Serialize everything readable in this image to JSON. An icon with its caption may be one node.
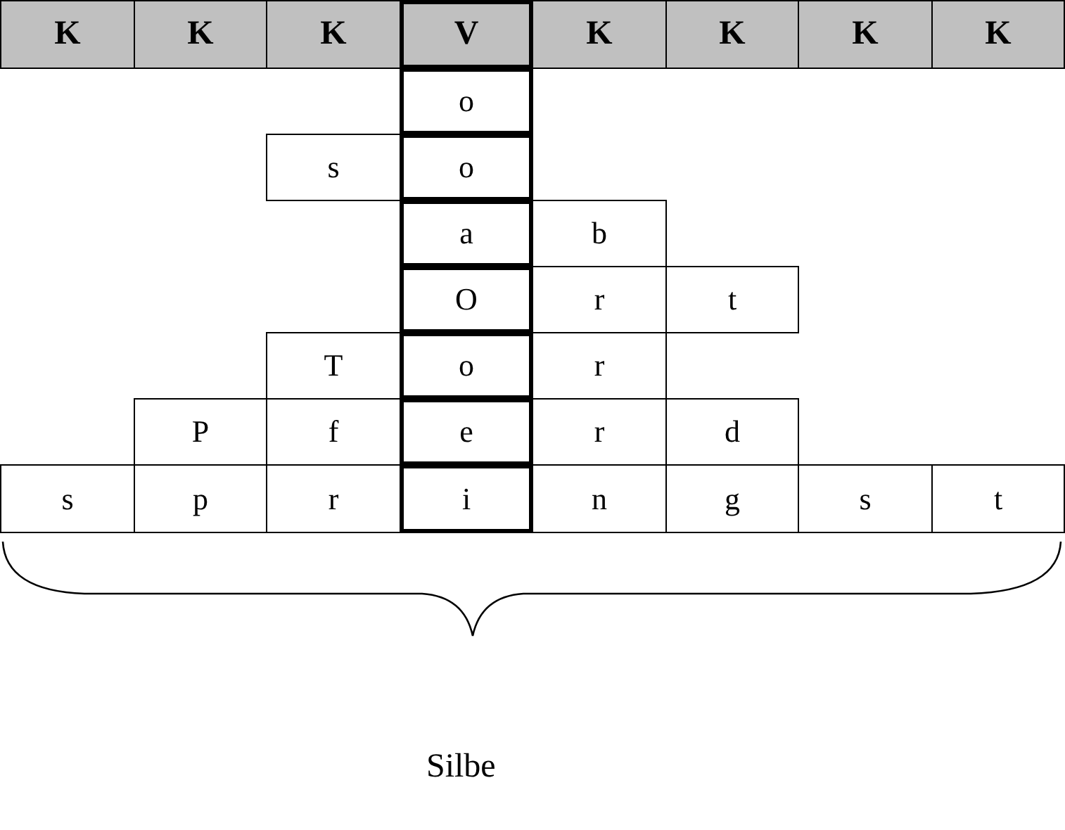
{
  "diagram": {
    "labels": [
      "K",
      "K",
      "K",
      "V",
      "K",
      "K",
      "K",
      "K",
      "o",
      "s",
      "o",
      "a",
      "b",
      "O",
      "r",
      "t",
      "T",
      "o",
      "r",
      "P",
      "f",
      "e",
      "r",
      "d",
      "s",
      "p",
      "r",
      "i",
      "n",
      "g",
      "s",
      "t",
      "Silbe"
    ]
  }
}
